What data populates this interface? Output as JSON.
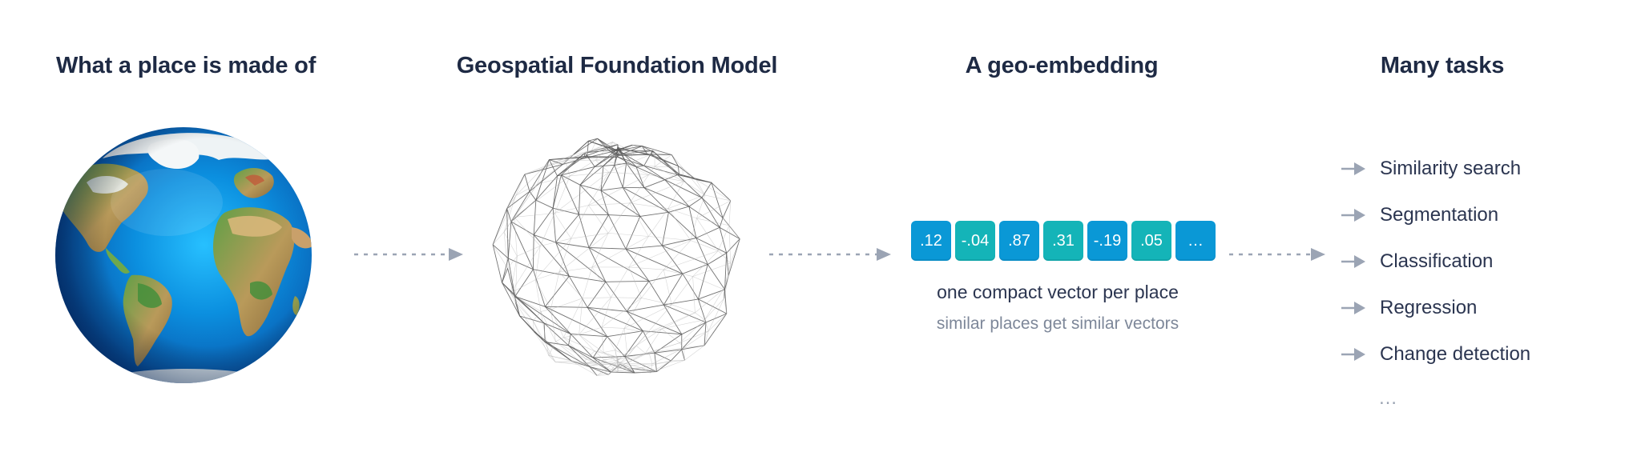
{
  "headings": {
    "place": "What a place is made of",
    "model": "Geospatial Foundation Model",
    "embedding": "A geo-embedding",
    "tasks": "Many tasks"
  },
  "icons": {
    "globe": "earth-globe-icon",
    "mesh": "wireframe-sphere-icon",
    "arrow": "dotted-arrow-right-icon",
    "task_arrow": "arrow-right-icon"
  },
  "colors": {
    "heading": "#1e2a44",
    "arrow": "#9ba4b4",
    "cell_blue": "#0a98d6",
    "cell_teal": "#14b4b8",
    "caption_sub": "#7d8799"
  },
  "embedding": {
    "values": [
      {
        "text": ".12",
        "color": "#0a98d6"
      },
      {
        "text": "-.04",
        "color": "#14b4b8"
      },
      {
        "text": ".87",
        "color": "#0a98d6"
      },
      {
        "text": ".31",
        "color": "#14b4b8"
      },
      {
        "text": "-.19",
        "color": "#0a98d6"
      },
      {
        "text": ".05",
        "color": "#14b4b8"
      },
      {
        "text": "…",
        "color": "#0a98d6"
      }
    ],
    "caption": "one compact vector per place",
    "subcaption": "similar places get similar vectors"
  },
  "tasks": {
    "items": [
      "Similarity search",
      "Segmentation",
      "Classification",
      "Regression",
      "Change detection"
    ],
    "more": "…"
  }
}
